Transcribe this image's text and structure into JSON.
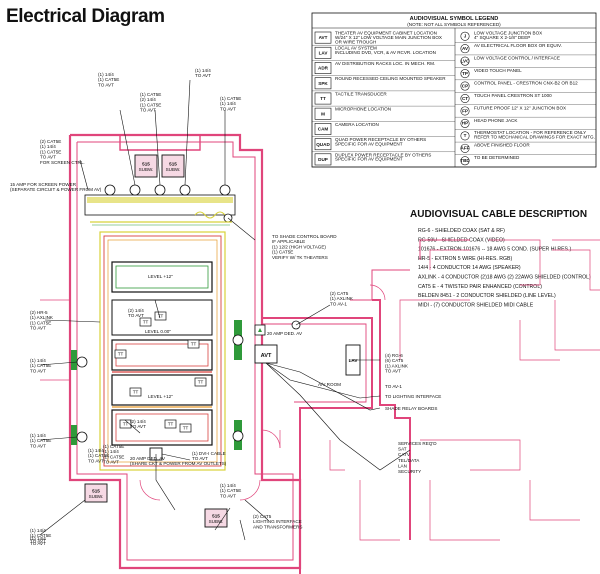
{
  "title": "Electrical Diagram",
  "legend": {
    "header": "AUDIOVISUAL SYMBOL LEGEND",
    "subheader": "(NOTE: NOT ALL SYMBOLS REFERENCED)",
    "left": [
      {
        "symbol": "AVT",
        "lines": [
          "THEATER AV EQUIPMENT CABINET LOCATION",
          "W/24\" X 12\" LOW VOLTAGE MAIN JUNCTION BOX",
          "OR WIRE TROUGH"
        ]
      },
      {
        "symbol": "LAV",
        "lines": [
          "LOCAL AV SYSTEM",
          "INCLUDING DVD, VCR, & AV RCVR. LOCATION"
        ]
      },
      {
        "symbol": "ADR",
        "lines": [
          "AV DISTRIBUTION RACKS LOC. IN MECH. RM."
        ]
      },
      {
        "symbol": "SPK",
        "lines": [
          "ROUND RECESSED CEILING MOUNTED SPEAKER"
        ]
      },
      {
        "symbol": "TT",
        "lines": [
          "TACTILE TRANSDUCER"
        ]
      },
      {
        "symbol": "M",
        "lines": [
          "MICROPHONE LOCATION"
        ]
      },
      {
        "symbol": "CAM",
        "lines": [
          "CAMERA LOCATION"
        ]
      },
      {
        "symbol": "QUAD",
        "lines": [
          "QUAD POWER RECEPTACLE BY OTHERS",
          "SPECIFIC FOR AV EQUIPMENT"
        ]
      },
      {
        "symbol": "DUP",
        "lines": [
          "DUPLEX POWER RECEPTACLE BY OTHERS",
          "SPECIFIC FOR AV EQUIPMENT"
        ]
      }
    ],
    "right": [
      {
        "symbol": "J",
        "lines": [
          "LOW VOLTAGE JUNCTION BOX",
          "4\" SQUARE X 2-1/8\" DEEP"
        ]
      },
      {
        "symbol": "AV",
        "lines": [
          "AV ELECTRICAL FLOOR BOX OR EQUIV."
        ]
      },
      {
        "symbol": "LVC",
        "lines": [
          "LOW VOLTAGE CONTROL / INTERFACE"
        ]
      },
      {
        "symbol": "TP",
        "lines": [
          "VIDEO TOUCH PANEL"
        ]
      },
      {
        "symbol": "CP",
        "lines": [
          "CONTROL PANEL - CRESTRON CNX-B2 OR B12"
        ]
      },
      {
        "symbol": "CT",
        "lines": [
          "TOUCH PANEL CRESTRON ST 1000"
        ]
      },
      {
        "symbol": "FP",
        "lines": [
          "FUTURE PROOF 12\" X 12\" JUNCTION BOX"
        ]
      },
      {
        "symbol": "HP",
        "lines": [
          "HEAD PHONE JACK"
        ]
      },
      {
        "symbol": "T",
        "lines": [
          "THERMOSTAT LOCATION - FOR REFERENCE ONLY",
          "REFER TO MECHANICAL DRAWINGS FOR EXACT MTG."
        ]
      },
      {
        "symbol": "AFF",
        "lines": [
          "ABOVE FINISHED FLOOR"
        ]
      },
      {
        "symbol": "TBD",
        "lines": [
          "TO BE DETERMINED"
        ]
      }
    ]
  },
  "cable": {
    "title": "AUDIOVISUAL CABLE DESCRIPTION",
    "lines": [
      "RG-6 - SHIELDED COAX (SAT & RF)",
      "RG-59U - SHIELDED COAX (VIDEO)",
      "101676 - EXTRON 101676 -- 18 AWG 5 COND. (SUPER HI RES.)",
      "HR-5 - EXTRON 5 WIRE (HI-RES. RGB)",
      "14/4 - 4 CONDUCTOR 14 AWG (SPEAKER)",
      "AXLINK - 4 CONDUCTOR (2)18 AWG (2) 22AWG SHIELDED (CONTROL)",
      "CAT5 E - 4 TWISTED PAIR ENHANCED (CONTROL)",
      "BELDEN 8451 - 2 CONDUCTOR SHIELDED (LINE LEVEL)",
      "MIDI - (7) CONDUCTOR SHIELDED MIDI CABLE"
    ]
  },
  "plan": {
    "equip_sub": "SUBW.",
    "equip_num": "515",
    "level_labels": [
      "LEVEL +12\"",
      "LEVEL 0.00\"",
      "LEVEL +12\""
    ],
    "tt": "TT",
    "avt": "AVT",
    "lav": "LAV",
    "room": "A/V ROOM",
    "callouts": {
      "top_left_screen": [
        "(2) CAT5E",
        "(1) 14/4",
        "(1) CAT5E",
        "TO AVT",
        "FOR SCREEN CTRL."
      ],
      "top_a": [
        "(1) 14/4",
        "(1) CAT5E",
        "TO AVT"
      ],
      "top_b": [
        "(1) CAT5E",
        "(2) 14/4",
        "(1) CAT5E",
        "TO AVT"
      ],
      "top_c": [
        "(1) 14/4",
        "TO AVT"
      ],
      "top_d": [
        "(1) CAT5E",
        "(1) 14/4",
        "TO AVT"
      ],
      "power": [
        "15 AMP FOR SCREEN POWER",
        "(SEPARATE CIRCUIT & POWER FROM AV)"
      ],
      "shade": [
        "TO SHADE CONTROL BOARD",
        "IF APPLICABLE",
        "(1) 12/2 (HIGH VOLTAGE)",
        "(1) CAT5E",
        "VERIFY W/ TK THEATERS"
      ],
      "hr5": [
        "(2) HR-5",
        "(1) AXLINK",
        "(1) CAT5E",
        "TO AVT"
      ],
      "left_1": [
        "(1) 14/4",
        "(1) CAT5E",
        "TO AVT"
      ],
      "left_2": [
        "(1) 14/4",
        "(1) CAT5E",
        "TO AVT"
      ],
      "left_3": [
        "(1) 14/4",
        "(1) CAT5E",
        "TO AVT"
      ],
      "tt_center": [
        "(2) 14/4",
        "TO AVT"
      ],
      "tt_lower": [
        "(2) 14/4",
        "TO AVT"
      ],
      "dvi": [
        "(1) DVI-I CABLE",
        "TO AVT"
      ],
      "bottom_left": [
        "(1) 14/4",
        "(1) CAT5E",
        "TO AVT"
      ],
      "front_row": [
        "(1) CAT5E",
        "(1) 14/4",
        "(1) CAT5E",
        "TO AVT"
      ],
      "amp20": [
        "20 AMP DED. AV",
        "(SHARE CKT & POWER FROM AV OUTLETS)"
      ],
      "bottom_right": [
        "(1) 14/4",
        "(1) CAT5E",
        "TO AVT"
      ],
      "lighting": [
        "(2) CAT5",
        "LIGHTING INTERFACE",
        "AND TRANSFORMERS"
      ],
      "bottom_far_left": [
        "(1) 14/4",
        "TO AVT"
      ],
      "avt_top": [
        "(2) CAT5",
        "(1) AXLINK",
        "TO AV-1"
      ],
      "ded_av": [
        "20 AMP DED. AV"
      ],
      "lav_right": [
        "(4) RG-6",
        "(6) CAT5",
        "(1) AXLINK",
        "TO AVT"
      ],
      "to_av1": [
        "TO AV-1"
      ],
      "light_if": [
        "TO LIGHTING INTERFACE"
      ],
      "shade_relay": [
        "SHADE RELAY BOARDS"
      ],
      "services": [
        "SERVICES REQ'D",
        "SAT",
        "CATV",
        "TEL/DATA",
        "LAN",
        "SECURITY"
      ]
    }
  },
  "colors": {
    "wall": "#e0457b",
    "wall_fill": "#f6d9e4",
    "screen_yellow": "#d8d23a",
    "row_red": "#d8413f",
    "row_orange": "#e69a2d",
    "ground_green": "#2f9a3a",
    "line": "#111111"
  }
}
